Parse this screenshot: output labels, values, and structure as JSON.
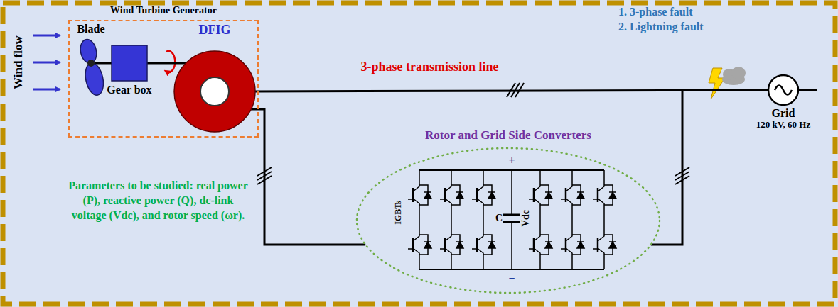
{
  "diagram": {
    "nodes": [
      {
        "text": [
          "Wind Turbine Generator"
        ]
      },
      {
        "text": [
          "Blade"
        ],
        "in": 0
      },
      {
        "text": [
          "Gear box"
        ],
        "in": 0
      },
      {
        "text": [
          "DFIG"
        ],
        "in": 0
      },
      {
        "text": [
          "Rotor and Grid Side Converters"
        ]
      },
      {
        "text": [
          "Grid",
          "120 kV, 60 Hz"
        ]
      }
    ],
    "edges": [
      {
        "from": 1,
        "to": 2,
        "arrow": "none"
      },
      {
        "from": 2,
        "to": 3,
        "arrow": "none"
      },
      {
        "from": 3,
        "to": 5,
        "label": "3-phase transmission line",
        "arrow": "none"
      },
      {
        "from": 3,
        "to": 4,
        "arrow": "none"
      },
      {
        "from": 4,
        "to": 5,
        "arrow": "none"
      }
    ],
    "labels": [
      "Wind flow",
      "1. 3-phase fault",
      "2. Lightning fault",
      "IGBTs",
      "+",
      "C",
      "Vdc",
      "−",
      "Parameters to be studied: real power (P), reactive power (Q), dc-link voltage (Vdc), and rotor speed (ωr)."
    ]
  }
}
